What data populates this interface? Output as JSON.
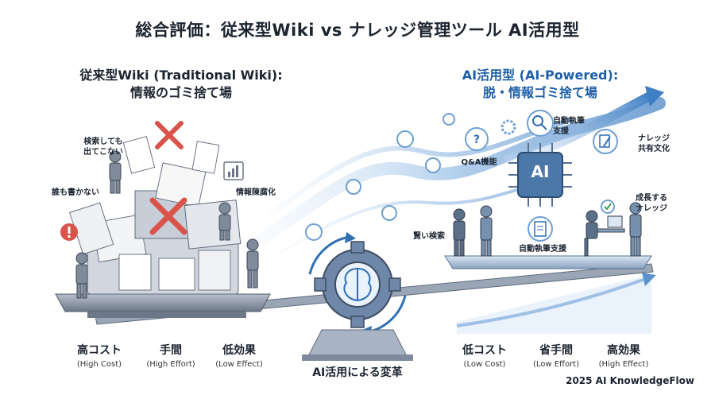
{
  "title": "総合評価：従来型Wiki vs ナレッジ管理ツール AI活用型",
  "left": {
    "heading_line1": "従来型Wiki (Traditional Wiki):",
    "heading_line2": "情報のゴミ捨て場",
    "callouts": {
      "search_fail": [
        "検索しても",
        "出てこない"
      ],
      "nobody_writes": "誰も書かない",
      "obsolete": "情報陳腐化"
    },
    "metrics": [
      {
        "jp": "高コスト",
        "en": "(High Cost)"
      },
      {
        "jp": "手間",
        "en": "(High Effort)"
      },
      {
        "jp": "低効果",
        "en": "(Low Effect)"
      }
    ]
  },
  "right": {
    "heading_line1": "AI活用型 (AI-Powered):",
    "heading_line2": "脱・情報ゴミ捨て場",
    "callouts": {
      "auto_write_top": [
        "自動執筆",
        "支援"
      ],
      "qa": "Q&A機能",
      "share": [
        "ナレッジ",
        "共有文化"
      ],
      "grow": [
        "成長する",
        "ナレッジ"
      ],
      "smart_search": "賢い検索",
      "auto_write_bottom": "自動執筆支援"
    },
    "chip_label": "AI",
    "metrics": [
      {
        "jp": "低コスト",
        "en": "(Low Cost)"
      },
      {
        "jp": "省手間",
        "en": "(Low Effort)"
      },
      {
        "jp": "高効果",
        "en": "(High Effect)"
      }
    ]
  },
  "center_label": "AI活用による変革",
  "footer": "2025 AI KnowledgeFlow",
  "colors": {
    "accent_blue": "#2f6fb5",
    "warning_red": "#d8544a",
    "tray_gray": "#8a94a3",
    "light_blue": "#b9d4ee"
  }
}
